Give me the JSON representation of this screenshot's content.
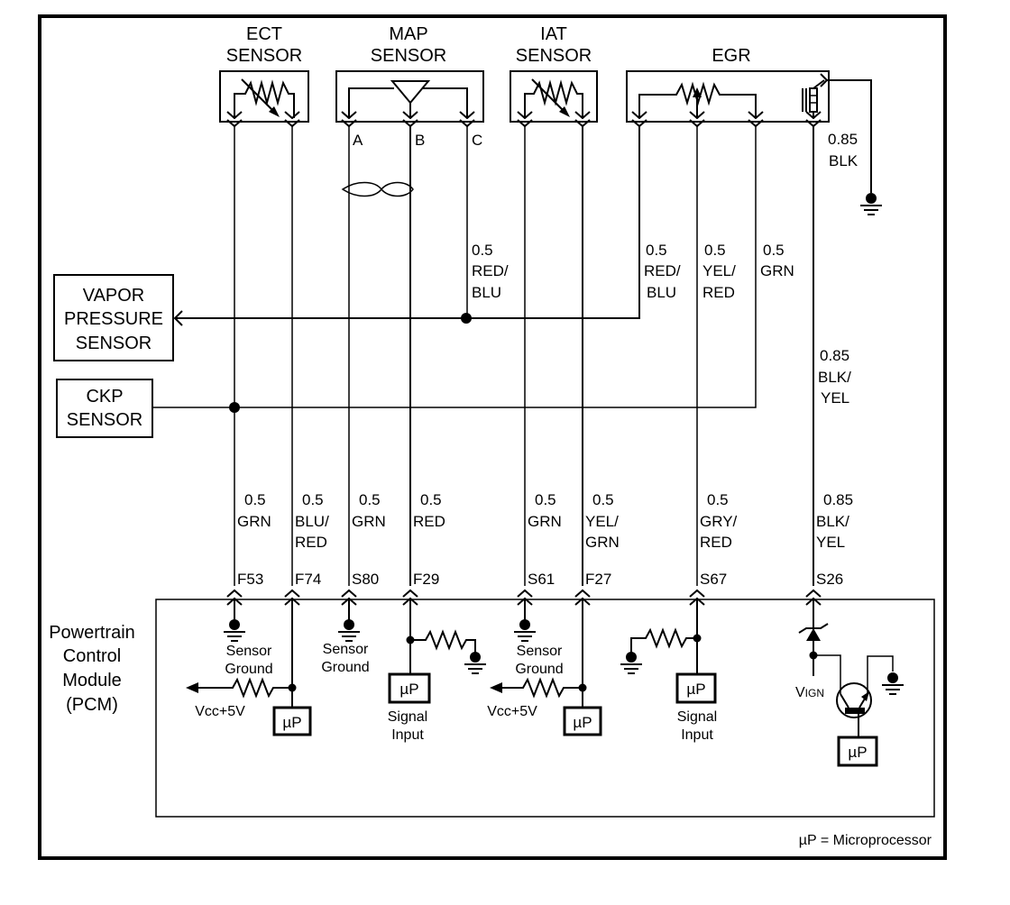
{
  "components": {
    "ect": {
      "line1": "ECT",
      "line2": "SENSOR"
    },
    "map": {
      "line1": "MAP",
      "line2": "SENSOR",
      "pins": [
        "A",
        "B",
        "C"
      ]
    },
    "iat": {
      "line1": "IAT",
      "line2": "SENSOR"
    },
    "egr": {
      "label": "EGR"
    },
    "vapor": {
      "line1": "VAPOR",
      "line2": "PRESSURE",
      "line3": "SENSOR"
    },
    "ckp": {
      "line1": "CKP",
      "line2": "SENSOR"
    },
    "pcm": {
      "line1": "Powertrain",
      "line2": "Control",
      "line3": "Module",
      "line4": "(PCM)"
    }
  },
  "upper_wires": [
    {
      "id": "map-c",
      "gauge": "0.5",
      "color1": "RED/",
      "color2": "BLU"
    },
    {
      "id": "egr-1",
      "gauge": "0.5",
      "color1": "RED/",
      "color2": "BLU"
    },
    {
      "id": "egr-2",
      "gauge": "0.5",
      "color1": "YEL/",
      "color2": "RED"
    },
    {
      "id": "egr-3",
      "gauge": "0.5",
      "color1": "GRN",
      "color2": ""
    },
    {
      "id": "egr-ground",
      "gauge": "0.85",
      "color1": "BLK",
      "color2": ""
    },
    {
      "id": "egr-4",
      "gauge": "0.85",
      "color1": "BLK/",
      "color2": "YEL"
    }
  ],
  "pcm_wires": [
    {
      "pin": "F53",
      "gauge": "0.5",
      "color1": "GRN",
      "color2": ""
    },
    {
      "pin": "F74",
      "gauge": "0.5",
      "color1": "BLU/",
      "color2": "RED"
    },
    {
      "pin": "S80",
      "gauge": "0.5",
      "color1": "GRN",
      "color2": ""
    },
    {
      "pin": "F29",
      "gauge": "0.5",
      "color1": "RED",
      "color2": ""
    },
    {
      "pin": "S61",
      "gauge": "0.5",
      "color1": "GRN",
      "color2": ""
    },
    {
      "pin": "F27",
      "gauge": "0.5",
      "color1": "YEL/",
      "color2": "GRN"
    },
    {
      "pin": "S67",
      "gauge": "0.5",
      "color1": "GRY/",
      "color2": "RED"
    },
    {
      "pin": "S26",
      "gauge": "0.85",
      "color1": "BLK/",
      "color2": "YEL"
    }
  ],
  "pcm_internal": {
    "sensor_ground_1": "Sensor",
    "sensor_ground_2": "Ground",
    "vcc": "Vcc+5V",
    "up": "µP",
    "signal_1": "Signal",
    "signal_2": "Input",
    "vign_v": "V",
    "vign_sub": "IGN"
  },
  "legend": "µP = Microprocessor"
}
